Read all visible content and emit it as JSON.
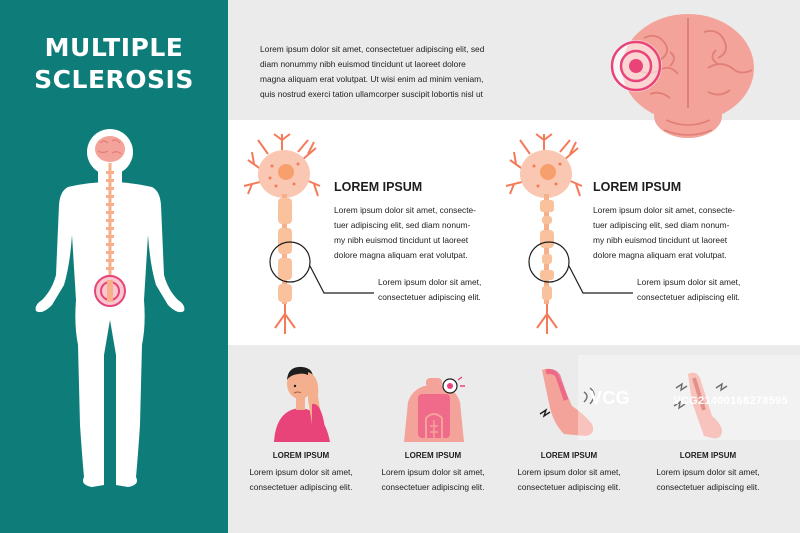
{
  "title": {
    "line1": "MULTIPLE",
    "line2": "SCLEROSIS"
  },
  "intro": {
    "line1": "Lorem ipsum dolor sit amet, consectetuer adipiscing elit, sed",
    "line2": "diam nonummy nibh euismod tincidunt ut laoreet dolore",
    "line3": "magna aliquam erat volutpat. Ut wisi enim ad minim veniam,",
    "line4": "quis nostrud exerci tation ullamcorper suscipit lobortis nisl ut"
  },
  "neurons": [
    {
      "heading": "LOREM IPSUM",
      "para": [
        "Lorem ipsum dolor sit amet, consecte-",
        "tuer adipiscing elit, sed diam nonum-",
        "my nibh euismod tincidunt ut laoreet",
        "dolore magna aliquam erat volutpat."
      ],
      "note": [
        "Lorem ipsum dolor sit amet,",
        "consectetuer adipiscing elit."
      ]
    },
    {
      "heading": "LOREM IPSUM",
      "para": [
        "Lorem ipsum dolor sit amet, consecte-",
        "tuer adipiscing elit, sed diam nonum-",
        "my nibh euismod tincidunt ut laoreet",
        "dolore magna aliquam erat volutpat."
      ],
      "note": [
        "Lorem ipsum dolor sit amet,",
        "consectetuer adipiscing elit."
      ]
    }
  ],
  "symptoms": [
    {
      "title": "LOREM IPSUM",
      "text": [
        "Lorem ipsum dolor sit amet,",
        "consectetuer adipiscing elit."
      ]
    },
    {
      "title": "LOREM IPSUM",
      "text": [
        "Lorem ipsum dolor sit amet,",
        "consectetuer adipiscing elit."
      ]
    },
    {
      "title": "LOREM IPSUM",
      "text": [
        "Lorem ipsum dolor sit amet,",
        "consectetuer adipiscing elit."
      ]
    },
    {
      "title": "LOREM IPSUM",
      "text": [
        "Lorem ipsum dolor sit amet,",
        "consectetuer adipiscing elit."
      ]
    }
  ],
  "watermark": {
    "logo": "VCG",
    "text": "VCG21400168278595"
  },
  "colors": {
    "teal": "#0e7d7a",
    "pink": "#f06b8a",
    "salmon": "#f4a39a",
    "orange": "#f7b089",
    "gray": "#ebebeb"
  }
}
